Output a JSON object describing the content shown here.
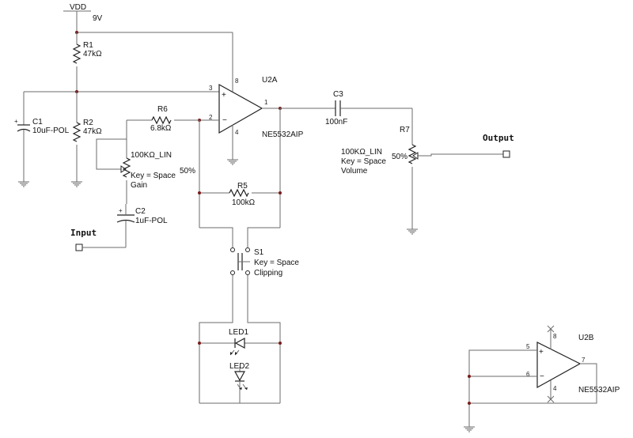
{
  "supply": {
    "net": "VDD",
    "voltage": "9V"
  },
  "opamp_a": {
    "ref": "U2A",
    "part": "NE5532AIP",
    "pins": [
      "8",
      "3",
      "2",
      "1",
      "4"
    ]
  },
  "opamp_b": {
    "ref": "U2B",
    "part": "NE5532AIP",
    "pins": [
      "8",
      "5",
      "6",
      "7",
      "4"
    ]
  },
  "r1": {
    "ref": "R1",
    "value": "47kΩ"
  },
  "r2": {
    "ref": "R2",
    "value": "47kΩ"
  },
  "r5": {
    "ref": "R5",
    "value": "100kΩ"
  },
  "r6": {
    "ref": "R6",
    "value": "6.8kΩ"
  },
  "c1": {
    "ref": "C1",
    "value": "10uF-POL"
  },
  "c2": {
    "ref": "C2",
    "value": "1uF-POL"
  },
  "c3": {
    "ref": "C3",
    "value": "100nF"
  },
  "gain_pot": {
    "value": "100KΩ_LIN",
    "key": "Key = Space",
    "label": "Gain",
    "position": "50%"
  },
  "volume_pot": {
    "ref": "R7",
    "value": "100KΩ_LIN",
    "key": "Key = Space",
    "label": "Volume",
    "position": "50%"
  },
  "switch": {
    "ref": "S1",
    "key": "Key = Space",
    "label": "Clipping"
  },
  "led1": {
    "ref": "LED1"
  },
  "led2": {
    "ref": "LED2"
  },
  "ports": {
    "input": "Input",
    "output": "Output"
  }
}
